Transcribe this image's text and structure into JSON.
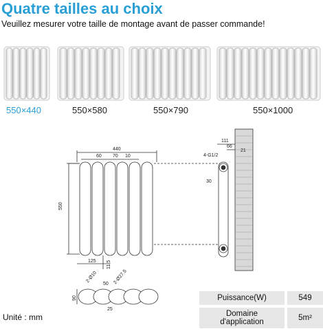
{
  "header": {
    "title": "Quatre tailles au choix",
    "subtitle": "Veuillez mesurer votre taille de montage avant de passer commande!"
  },
  "sizes": [
    {
      "label": "550×440",
      "selected": true
    },
    {
      "label": "550×580",
      "selected": false
    },
    {
      "label": "550×790",
      "selected": false
    },
    {
      "label": "550×1000",
      "selected": false
    }
  ],
  "diagram": {
    "front": {
      "width_total": "440",
      "pitch_60": "60",
      "pitch_70": "70",
      "gap_10": "10",
      "height": "550",
      "bottom_125": "125",
      "bottom_11_5": "11,5"
    },
    "side": {
      "d111": "111",
      "d66": "66",
      "d21": "21",
      "pipe": "4-G1/2",
      "d30": "30"
    },
    "plan": {
      "d90": "90",
      "d50": "50",
      "d25": "25",
      "dia1": "2-Ø10",
      "dia2": "2-Ø27.5"
    }
  },
  "unit": "Unité : mm",
  "specs": [
    {
      "name": "Puissance(W)",
      "value": "549"
    },
    {
      "name": "Domaine d'application",
      "value": "5m²"
    }
  ],
  "colors": {
    "accent": "#2a9fd6"
  }
}
